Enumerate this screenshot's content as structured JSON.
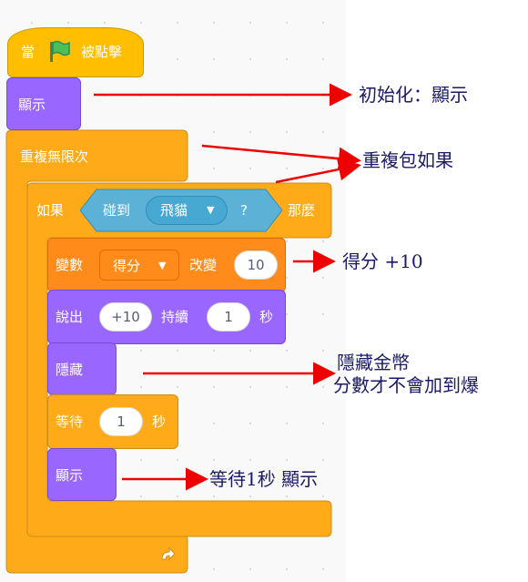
{
  "script": {
    "hat": {
      "prefix": "當",
      "suffix": "被點擊",
      "flag_icon": "green-flag-icon"
    },
    "show_first": {
      "label": "顯示"
    },
    "forever": {
      "label": "重複無限次",
      "loop_icon": "loop-arrow-icon"
    },
    "if_block": {
      "if_label": "如果",
      "then_label": "那麼",
      "touching": {
        "label": "碰到",
        "target": "飛貓",
        "question": "?"
      }
    },
    "change_var": {
      "label": "變數",
      "variable": "得分",
      "change_label": "改變",
      "value": "10"
    },
    "say_for": {
      "label": "說出",
      "message": "+10",
      "for_label": "持續",
      "secs": "1",
      "sec_label": "秒"
    },
    "hide": {
      "label": "隱藏"
    },
    "wait": {
      "label": "等待",
      "secs": "1",
      "sec_label": "秒"
    },
    "show_last": {
      "label": "顯示"
    }
  },
  "annotations": {
    "init": "初始化：顯示",
    "repeat": "重複包如果",
    "score": "得分 +10",
    "hide_line1": "隱藏金幣",
    "hide_line2": "分數才不會加到爆",
    "wait_show": "等待1秒 顯示"
  },
  "colors": {
    "events": "#ffbf00",
    "looks": "#9966ff",
    "control": "#ffab19",
    "variables": "#ff8c1a",
    "sensing": "#5cb1d6",
    "arrow": "#ee0000"
  }
}
